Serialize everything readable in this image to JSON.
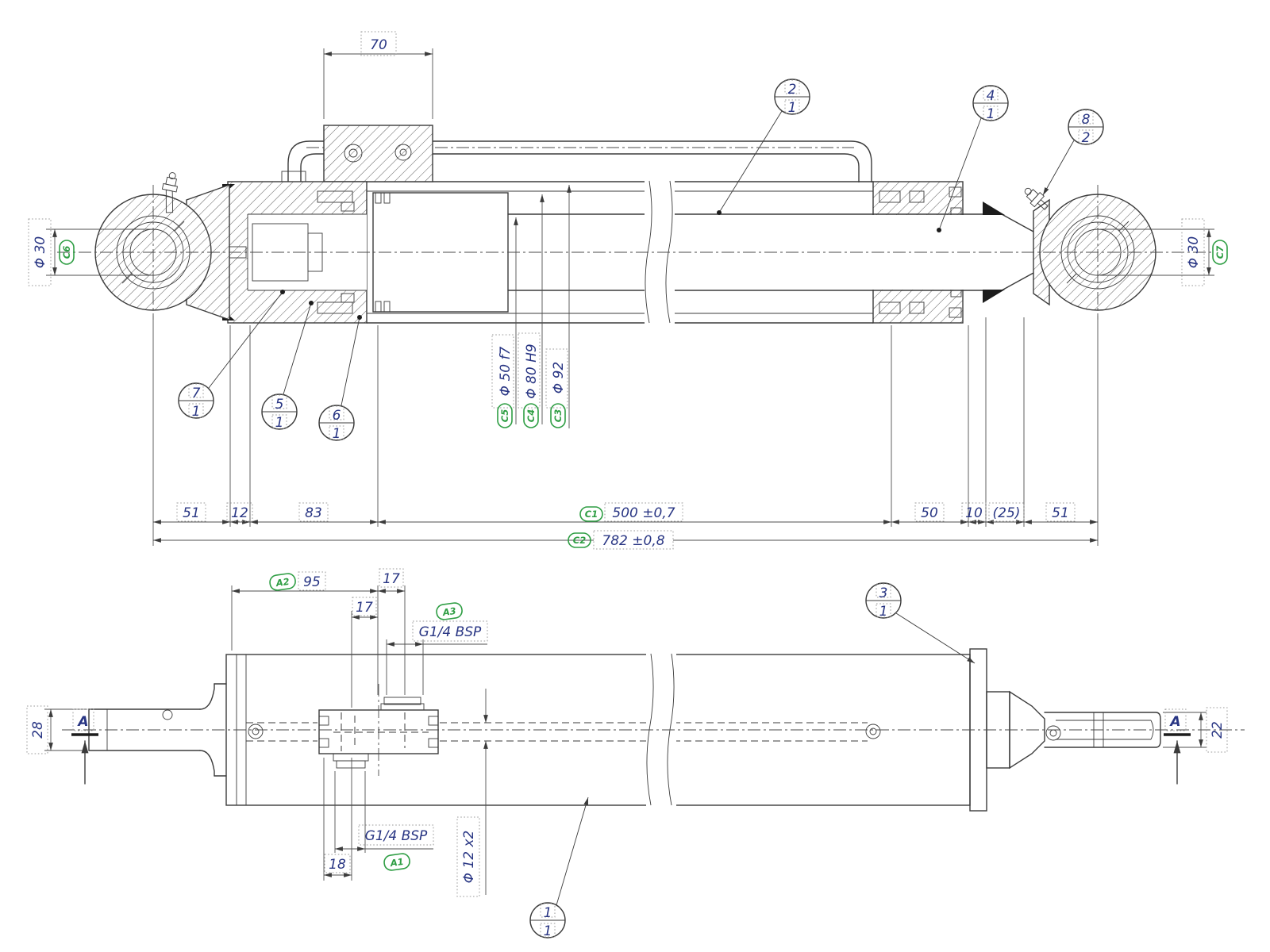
{
  "view": {
    "section": {
      "dim70": "70",
      "dia30L": "Φ 30",
      "tag30L": "C6",
      "dia50": "Φ 50 f7",
      "tag50": "C5",
      "dia80": "Φ 80 H9",
      "tag80": "C4",
      "dia92": "Φ 92",
      "tag92": "C3",
      "dia30R": "Φ 30",
      "tag30R": "C7",
      "seg51a": "51",
      "seg12": "12",
      "seg83": "83",
      "tagC1": "C1",
      "dim500": "500 ±0,7",
      "seg50": "50",
      "seg10": "10",
      "seg25": "(25)",
      "seg51b": "51",
      "tagC2": "C2",
      "dim782": "782 ±0,8"
    },
    "plan": {
      "tagA2": "A2",
      "dim95": "95",
      "dim17a": "17",
      "dim17b": "17",
      "tagA3": "A3",
      "portTop": "G1/4 BSP",
      "dim28": "28",
      "dim22": "22",
      "portBottom": "G1/4 BSP",
      "tagA1": "A1",
      "dim18": "18",
      "tube": "Φ 12 x2",
      "secL": "A",
      "secR": "A"
    },
    "balloons": {
      "b2": {
        "t": "2",
        "b": "1"
      },
      "b4": {
        "t": "4",
        "b": "1"
      },
      "b8": {
        "t": "8",
        "b": "2"
      },
      "b7": {
        "t": "7",
        "b": "1"
      },
      "b5": {
        "t": "5",
        "b": "1"
      },
      "b6": {
        "t": "6",
        "b": "1"
      },
      "b3": {
        "t": "3",
        "b": "1"
      },
      "b1": {
        "t": "1",
        "b": "1"
      }
    },
    "colors": {
      "line": "#3b3b3b",
      "dim_text": "#283583",
      "tag_green": "#2f9e44"
    }
  }
}
